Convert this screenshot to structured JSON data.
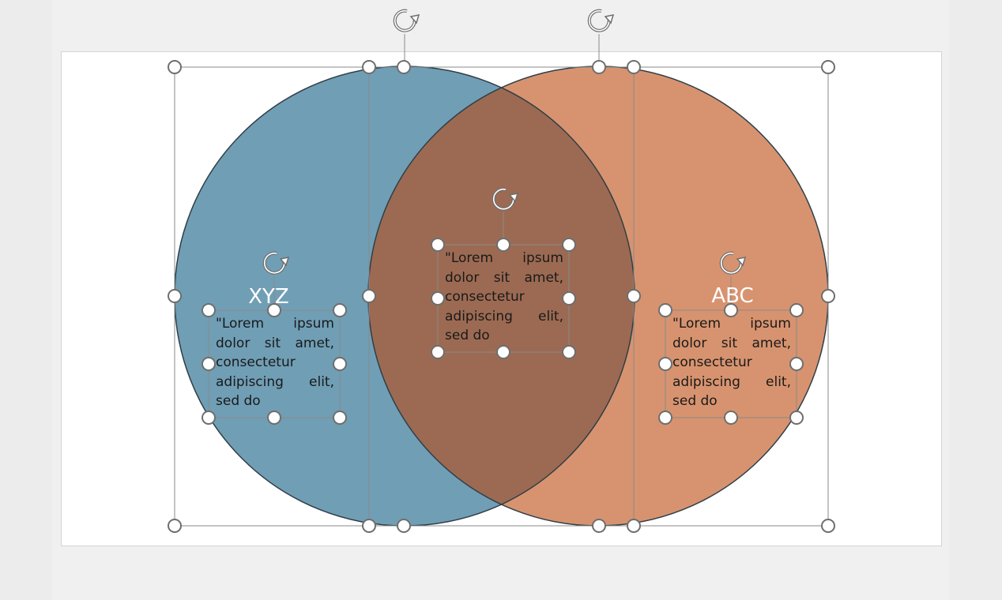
{
  "diagram": {
    "type": "venn",
    "colors": {
      "left_circle": "#6d9cb4",
      "right_circle": "#d48a63",
      "overlap": "#9c6a52",
      "outline": "#2f3e46",
      "handle_stroke": "#6e6e6e"
    },
    "left": {
      "label": "XYZ",
      "text_lines": [
        "\"Lorem ipsum",
        "dolor sit amet,",
        "consectetur",
        "adipiscing elit,",
        "sed do"
      ]
    },
    "center": {
      "text_lines": [
        "\"Lorem ipsum",
        "dolor sit amet,",
        "consectetur",
        "adipiscing elit,",
        "sed do"
      ]
    },
    "right": {
      "label": "ABC",
      "text_lines": [
        "\"Lorem ipsum",
        "dolor sit amet,",
        "consectetur",
        "adipiscing elit,",
        "sed do"
      ]
    }
  }
}
